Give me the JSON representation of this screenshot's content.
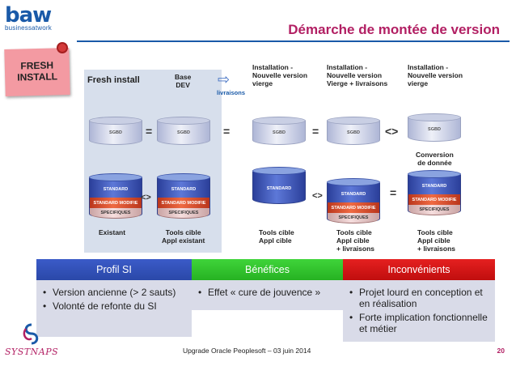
{
  "logo": {
    "word": "baw",
    "tagline": "businessatwork"
  },
  "title": "Démarche de montée de version",
  "note": {
    "line1": "FRESH",
    "line2": "INSTALL"
  },
  "diagram": {
    "fresh_install": "Fresh install",
    "base_dev": [
      "Base",
      "DEV"
    ],
    "livraisons": "livraisons",
    "install_vierge": [
      "Installation -",
      "Nouvelle version",
      "vierge"
    ],
    "install_vierge_livraisons": [
      "Installation -",
      "Nouvelle version",
      "Vierge + livraisons"
    ],
    "install_vierge_3": [
      "Installation -",
      "Nouvelle version",
      "vierge"
    ],
    "sgbd": "SGBD",
    "standard": "STANDARD",
    "standard_modifie": "STANDARD MODIFIE",
    "specifiques": "SPECIFIQUES",
    "conversion": [
      "Conversion",
      "de donnée"
    ],
    "existant": "Existant",
    "tools_appl_existant": [
      "Tools cible",
      "Appl existant"
    ],
    "tools_appl_cible": [
      "Tools cible",
      "Appl cible"
    ],
    "tools_appl_cible_livr": [
      "Tools cible",
      "Appl cible",
      "+ livraisons"
    ],
    "tools_appl_cible_livr2": [
      "Tools cible",
      "Appl cible",
      "+ livraisons"
    ],
    "eq": "=",
    "neq": "<>"
  },
  "boxes": {
    "profil": {
      "header": "Profil SI",
      "items": [
        "Version ancienne (> 2 sauts)",
        "Volonté de refonte du SI"
      ]
    },
    "benefices": {
      "header": "Bénéfices",
      "items": [
        "Effet « cure de jouvence »"
      ]
    },
    "inconvenients": {
      "header": "Inconvénients",
      "items": [
        "Projet lourd en conception et en réalisation",
        "Forte implication fonctionnelle et métier"
      ]
    }
  },
  "footer": {
    "company": "SYSTNAPS",
    "text": "Upgrade Oracle Peoplesoft – 03 juin 2014",
    "page": "20"
  },
  "colors": {
    "title": "#b21f63",
    "brand": "#1a5aa8",
    "profil": "#2a48a8",
    "benefices": "#26b222",
    "inconvenients": "#c00e0e"
  }
}
